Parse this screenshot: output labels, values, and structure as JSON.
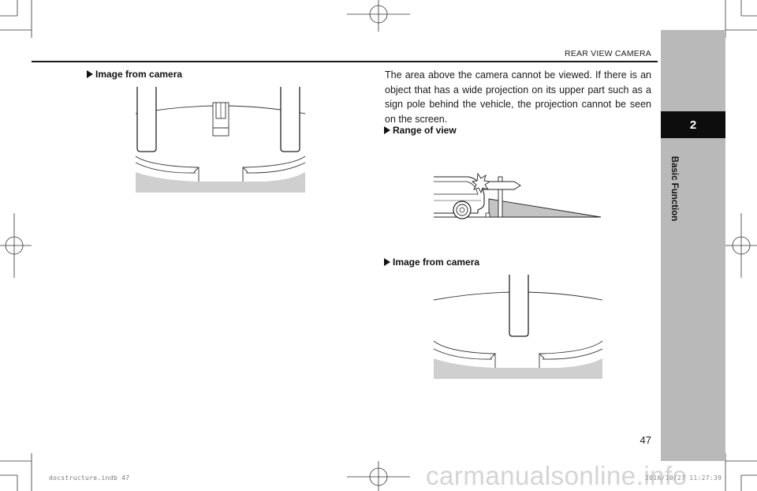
{
  "header": {
    "title": "REAR VIEW CAMERA"
  },
  "side_tab": {
    "chapter_number": "2",
    "chapter_label": "Basic Function"
  },
  "left": {
    "heading": "Image from camera"
  },
  "right": {
    "paragraph": "The area above the camera cannot be viewed. If there is an object that has a wide projection on its upper part such as a sign pole behind the vehicle, the projection cannot be seen on the screen.",
    "range_heading": "Range of view",
    "image_heading": "Image from camera"
  },
  "page_number": "47",
  "footer": {
    "file": "docstructure.indb 47",
    "date": "2016/10/27 11:27:39"
  },
  "watermark": "carmanualsonline.info"
}
